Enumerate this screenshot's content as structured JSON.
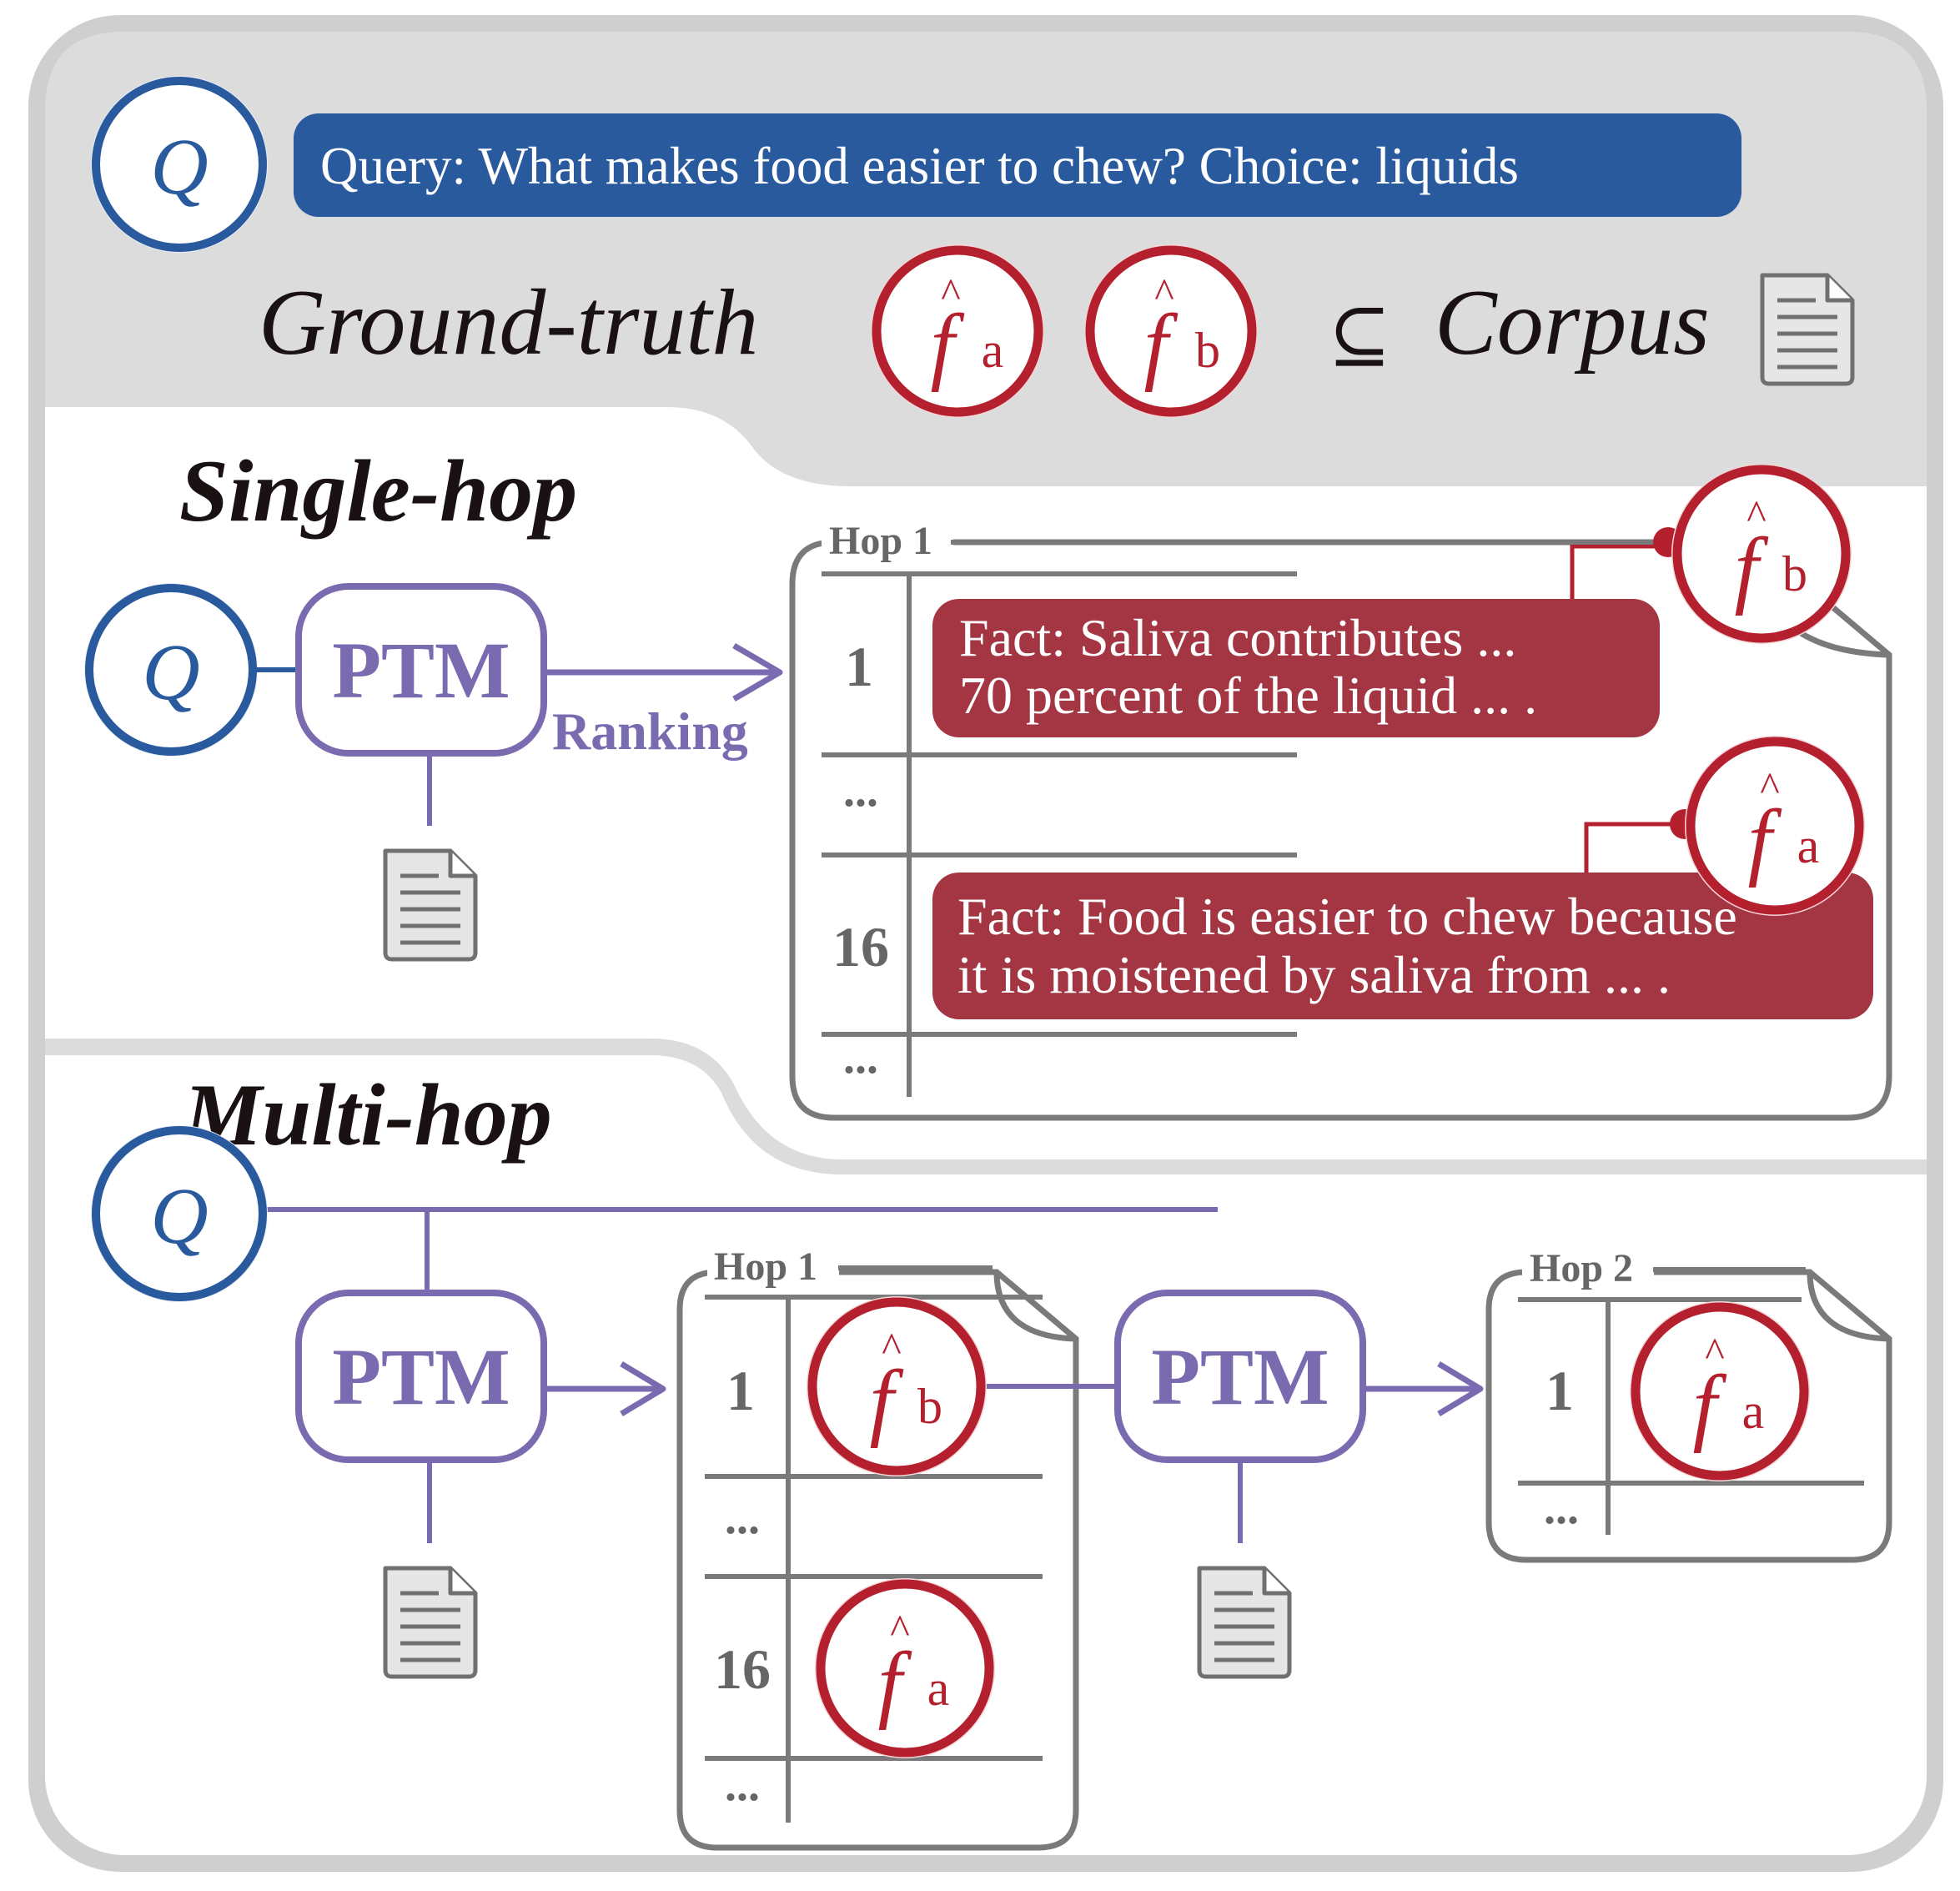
{
  "colors": {
    "query_blue": "#2a5a9e",
    "fact_red": "#b5202e",
    "fact_box": "#a33642",
    "ptm_purple": "#7a6bb0",
    "panel_gray": "#dcdcdc",
    "border_gray": "#8a8a8a",
    "doc_gray": "#6a6a6a"
  },
  "query_symbol": "Q",
  "query_text": "Query: What makes food easier to chew? Choice: liquids",
  "header": {
    "ground_truth_label": "Ground-truth",
    "subset_symbol": "⊆",
    "corpus_label": "Corpus"
  },
  "facts": {
    "f_symbol": "f",
    "hat": "^",
    "a_sub": "a",
    "b_sub": "b"
  },
  "single_hop": {
    "title": "Single-hop",
    "ptm_label": "PTM",
    "ranking_label": "Ranking",
    "hop_label": "Hop 1",
    "ranks": [
      "1",
      "...",
      "16",
      "..."
    ],
    "fact_b_text": [
      "Fact: Saliva contributes ...",
      "70 percent of the liquid ... ."
    ],
    "fact_a_text": [
      "Fact: Food is easier to chew because",
      "it is moistened by saliva from ... ."
    ]
  },
  "multi_hop": {
    "title": "Multi-hop",
    "ptm_label": "PTM",
    "hop1_label": "Hop 1",
    "hop1_ranks": [
      "1",
      "...",
      "16",
      "..."
    ],
    "hop2_label": "Hop 2",
    "hop2_ranks": [
      "1",
      "..."
    ]
  }
}
